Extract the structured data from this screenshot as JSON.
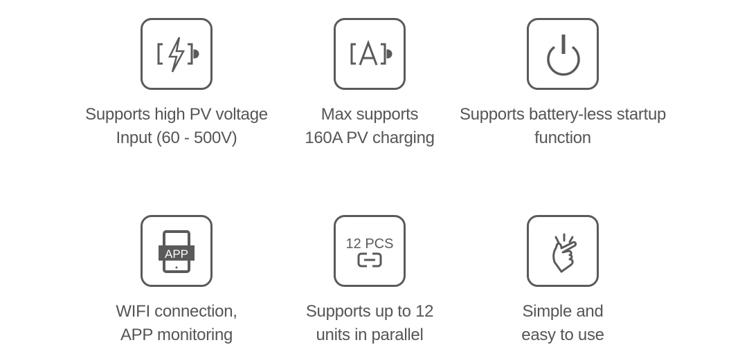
{
  "features": [
    {
      "icon": "battery-bolt-icon",
      "lines": [
        "Supports high PV voltage",
        "Input (60 - 500V)"
      ]
    },
    {
      "icon": "battery-ampere-icon",
      "lines": [
        "Max supports",
        "160A PV charging"
      ]
    },
    {
      "icon": "power-icon",
      "lines": [
        "Supports battery-less startup",
        "function"
      ]
    },
    {
      "icon": "tablet-app-icon",
      "icon_text": "APP",
      "lines": [
        "WIFI connection,",
        "APP monitoring"
      ]
    },
    {
      "icon": "parallel-link-icon",
      "icon_text": "12 PCS",
      "lines": [
        "Supports up to 12",
        "units in parallel"
      ]
    },
    {
      "icon": "hand-snap-icon",
      "lines": [
        "Simple and",
        "easy to use"
      ]
    }
  ],
  "colors": {
    "icon": "#5a5a5a",
    "text": "#555555"
  }
}
